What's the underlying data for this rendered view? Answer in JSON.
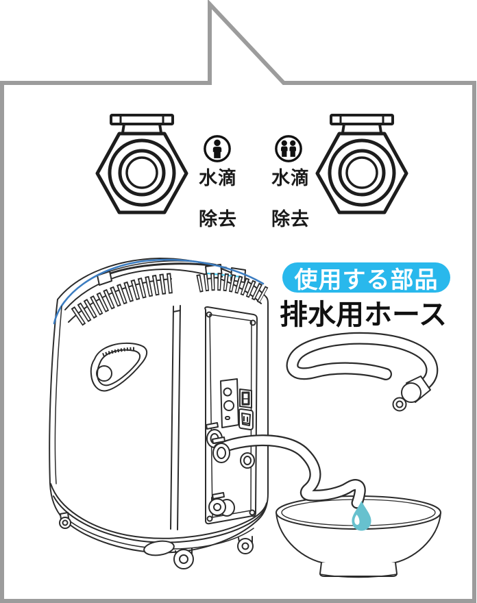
{
  "callout": {
    "single_user": {
      "label_line1": "水滴",
      "label_line2": "除去"
    },
    "double_user": {
      "label_line1": "水滴",
      "label_line2": "除去"
    }
  },
  "parts_section": {
    "badge": "使用する部品",
    "part_name": "排水用ホース"
  },
  "icons": {
    "single_user": "person-icon",
    "double_user": "two-persons-icon",
    "left_cap": "drain-cap-illustration",
    "right_cap": "drain-cap-illustration",
    "droplet": "water-droplet"
  },
  "colors": {
    "frame_gray": "#9c9c9c",
    "line_dark": "#2b2b2b",
    "badge_cyan": "#29b8ec",
    "droplet_teal": "#67c1ce",
    "accent_blue": "#3b7cc0",
    "accent_cyan": "#49c9ef"
  }
}
